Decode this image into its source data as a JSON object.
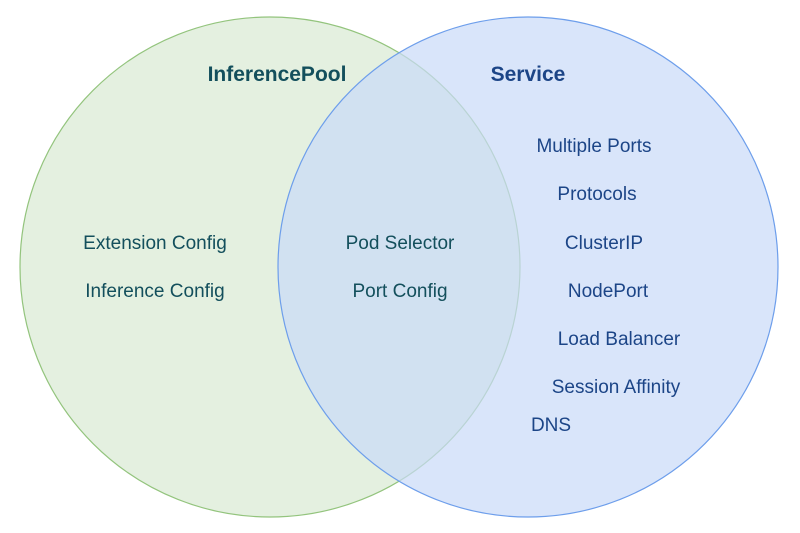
{
  "colors": {
    "left_fill": "#d9ead3",
    "left_stroke": "#93c47d",
    "left_text": "#134f5c",
    "right_fill": "#c9daf8",
    "right_stroke": "#6d9eeb",
    "right_text": "#1c4587",
    "overlap_text": "#134f5c"
  },
  "left_set": {
    "title": "InferencePool",
    "items": [
      "Extension Config",
      "Inference Config"
    ]
  },
  "right_set": {
    "title": "Service",
    "items": [
      "Multiple Ports",
      "Protocols",
      "ClusterIP",
      "NodePort",
      "Load Balancer",
      "Session Affinity",
      "DNS"
    ]
  },
  "overlap": {
    "items": [
      "Pod Selector",
      "Port Config"
    ]
  }
}
